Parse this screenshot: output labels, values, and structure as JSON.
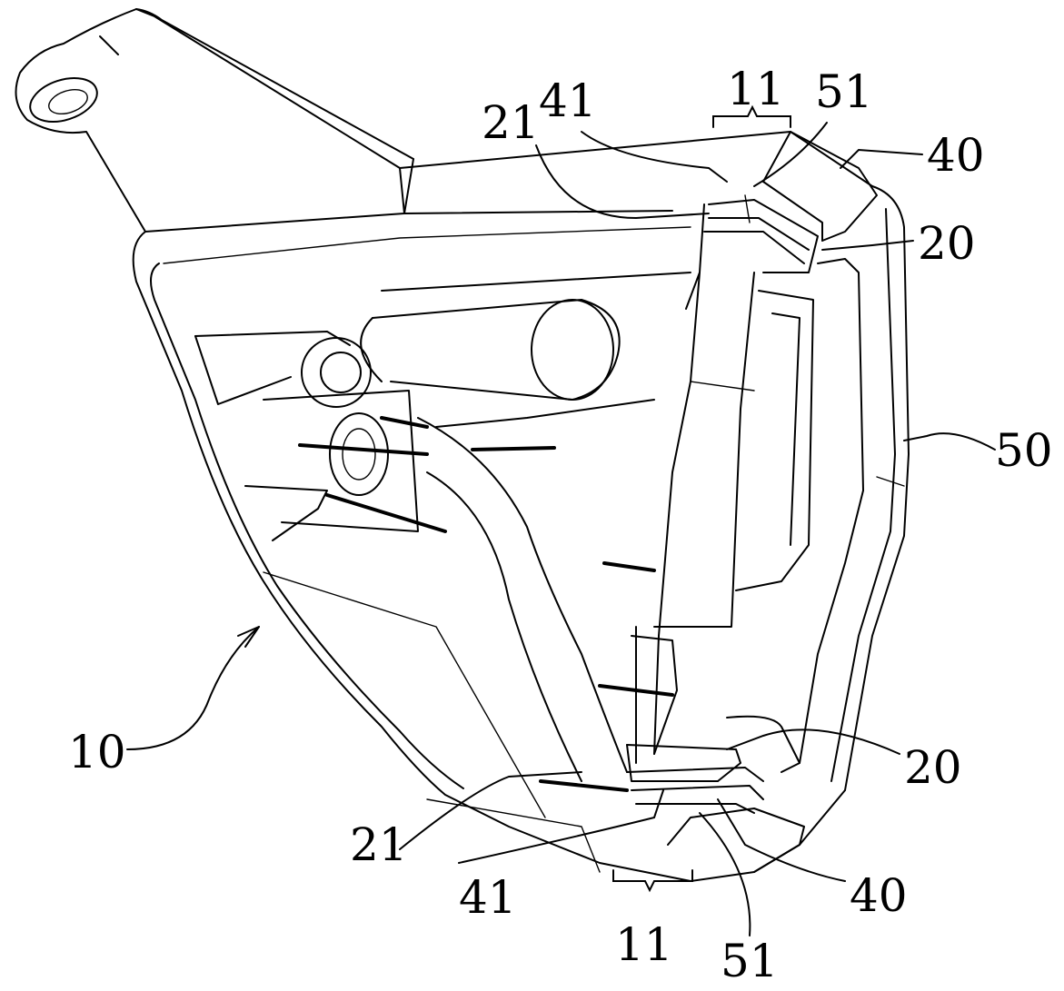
{
  "figure": {
    "reference_numerals": [
      {
        "id": "l11_top",
        "text": "11"
      },
      {
        "id": "l21_top",
        "text": "21"
      },
      {
        "id": "l41_top",
        "text": "41"
      },
      {
        "id": "l51_top",
        "text": "51"
      },
      {
        "id": "l40_top",
        "text": "40"
      },
      {
        "id": "l20_top",
        "text": "20"
      },
      {
        "id": "l50",
        "text": "50"
      },
      {
        "id": "l10",
        "text": "10"
      },
      {
        "id": "l20_bot",
        "text": "20"
      },
      {
        "id": "l21_bot",
        "text": "21"
      },
      {
        "id": "l41_bot",
        "text": "41"
      },
      {
        "id": "l40_bot",
        "text": "40"
      },
      {
        "id": "l11_bot",
        "text": "11"
      },
      {
        "id": "l51_bot",
        "text": "51"
      }
    ]
  }
}
